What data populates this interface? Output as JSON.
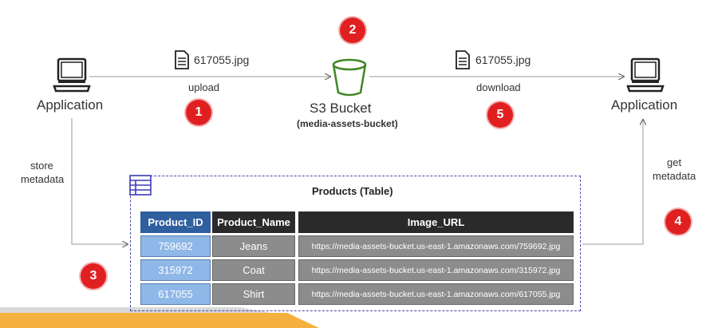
{
  "left_app": {
    "label": "Application",
    "icon": "laptop-icon"
  },
  "right_app": {
    "label": "Application",
    "icon": "laptop-icon"
  },
  "upload": {
    "file": "617055.jpg",
    "label": "upload",
    "step": "1"
  },
  "bucket": {
    "title": "S3 Bucket",
    "subtitle": "(media-assets-bucket)",
    "step": "2",
    "icon": "s3-bucket-icon"
  },
  "download": {
    "file": "617055.jpg",
    "label": "download",
    "step": "5"
  },
  "store": {
    "line1": "store",
    "line2": "metadata",
    "step": "3"
  },
  "get": {
    "line1": "get",
    "line2": "metadata",
    "step": "4"
  },
  "table": {
    "title": "Products (Table)",
    "icon": "table-icon",
    "headers": [
      "Product_ID",
      "Product_Name",
      "Image_URL"
    ],
    "rows": [
      [
        "759692",
        "Jeans",
        "https://media-assets-bucket.us-east-1.amazonaws.com/759692.jpg"
      ],
      [
        "315972",
        "Coat",
        "https://media-assets-bucket.us-east-1.amazonaws.com/315972.jpg"
      ],
      [
        "617055",
        "Shirt",
        "https://media-assets-bucket.us-east-1.amazonaws.com/617055.jpg"
      ]
    ]
  },
  "colors": {
    "badge": "#e02020",
    "bucket": "#3f8624",
    "header_id": "#2f5f9e",
    "header": "#2a2a2a"
  }
}
